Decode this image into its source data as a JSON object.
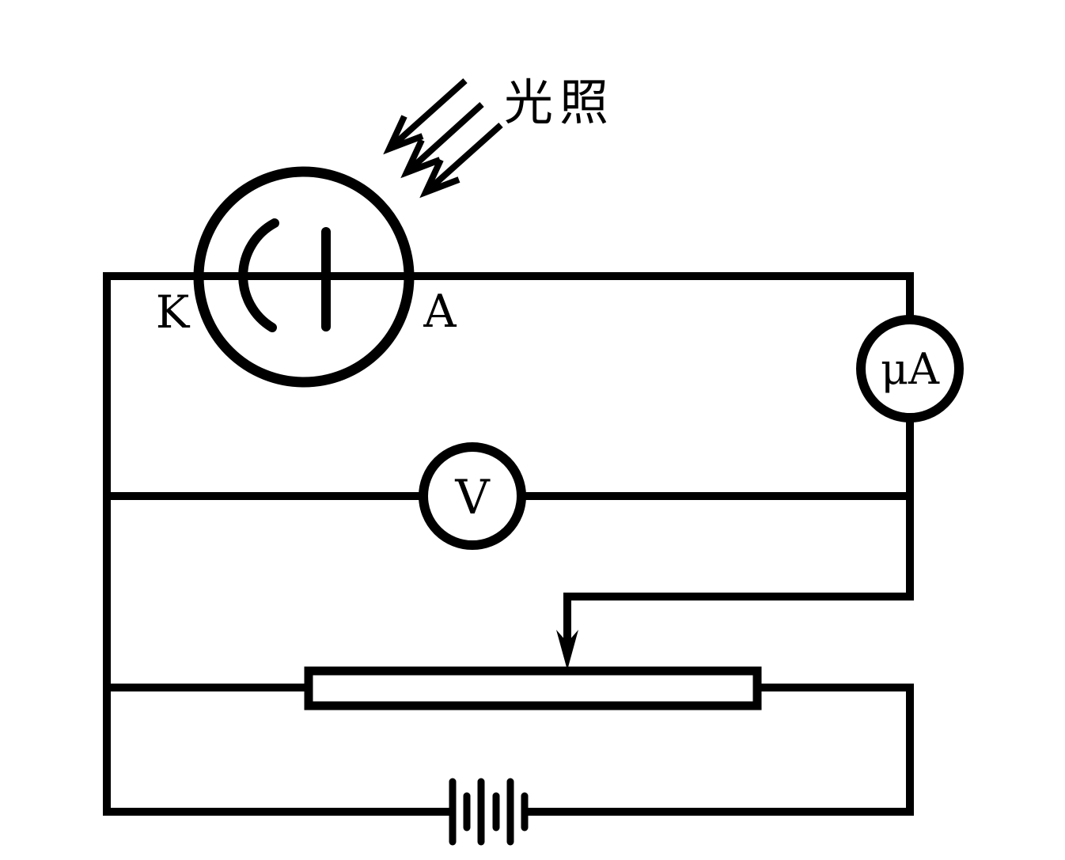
{
  "colors": {
    "ink": "#000000",
    "background": "#ffffff"
  },
  "labels": {
    "light": "光照",
    "cathode": "K",
    "anode": "A",
    "microammeter": "μA",
    "voltmeter": "V"
  },
  "components": {
    "phototube": "phototube",
    "light_rays": "3-diagonal-arrows",
    "microammeter": "microammeter",
    "voltmeter": "voltmeter",
    "rheostat": "rheostat-with-wiper-arrow",
    "battery": "battery-3-cells"
  }
}
